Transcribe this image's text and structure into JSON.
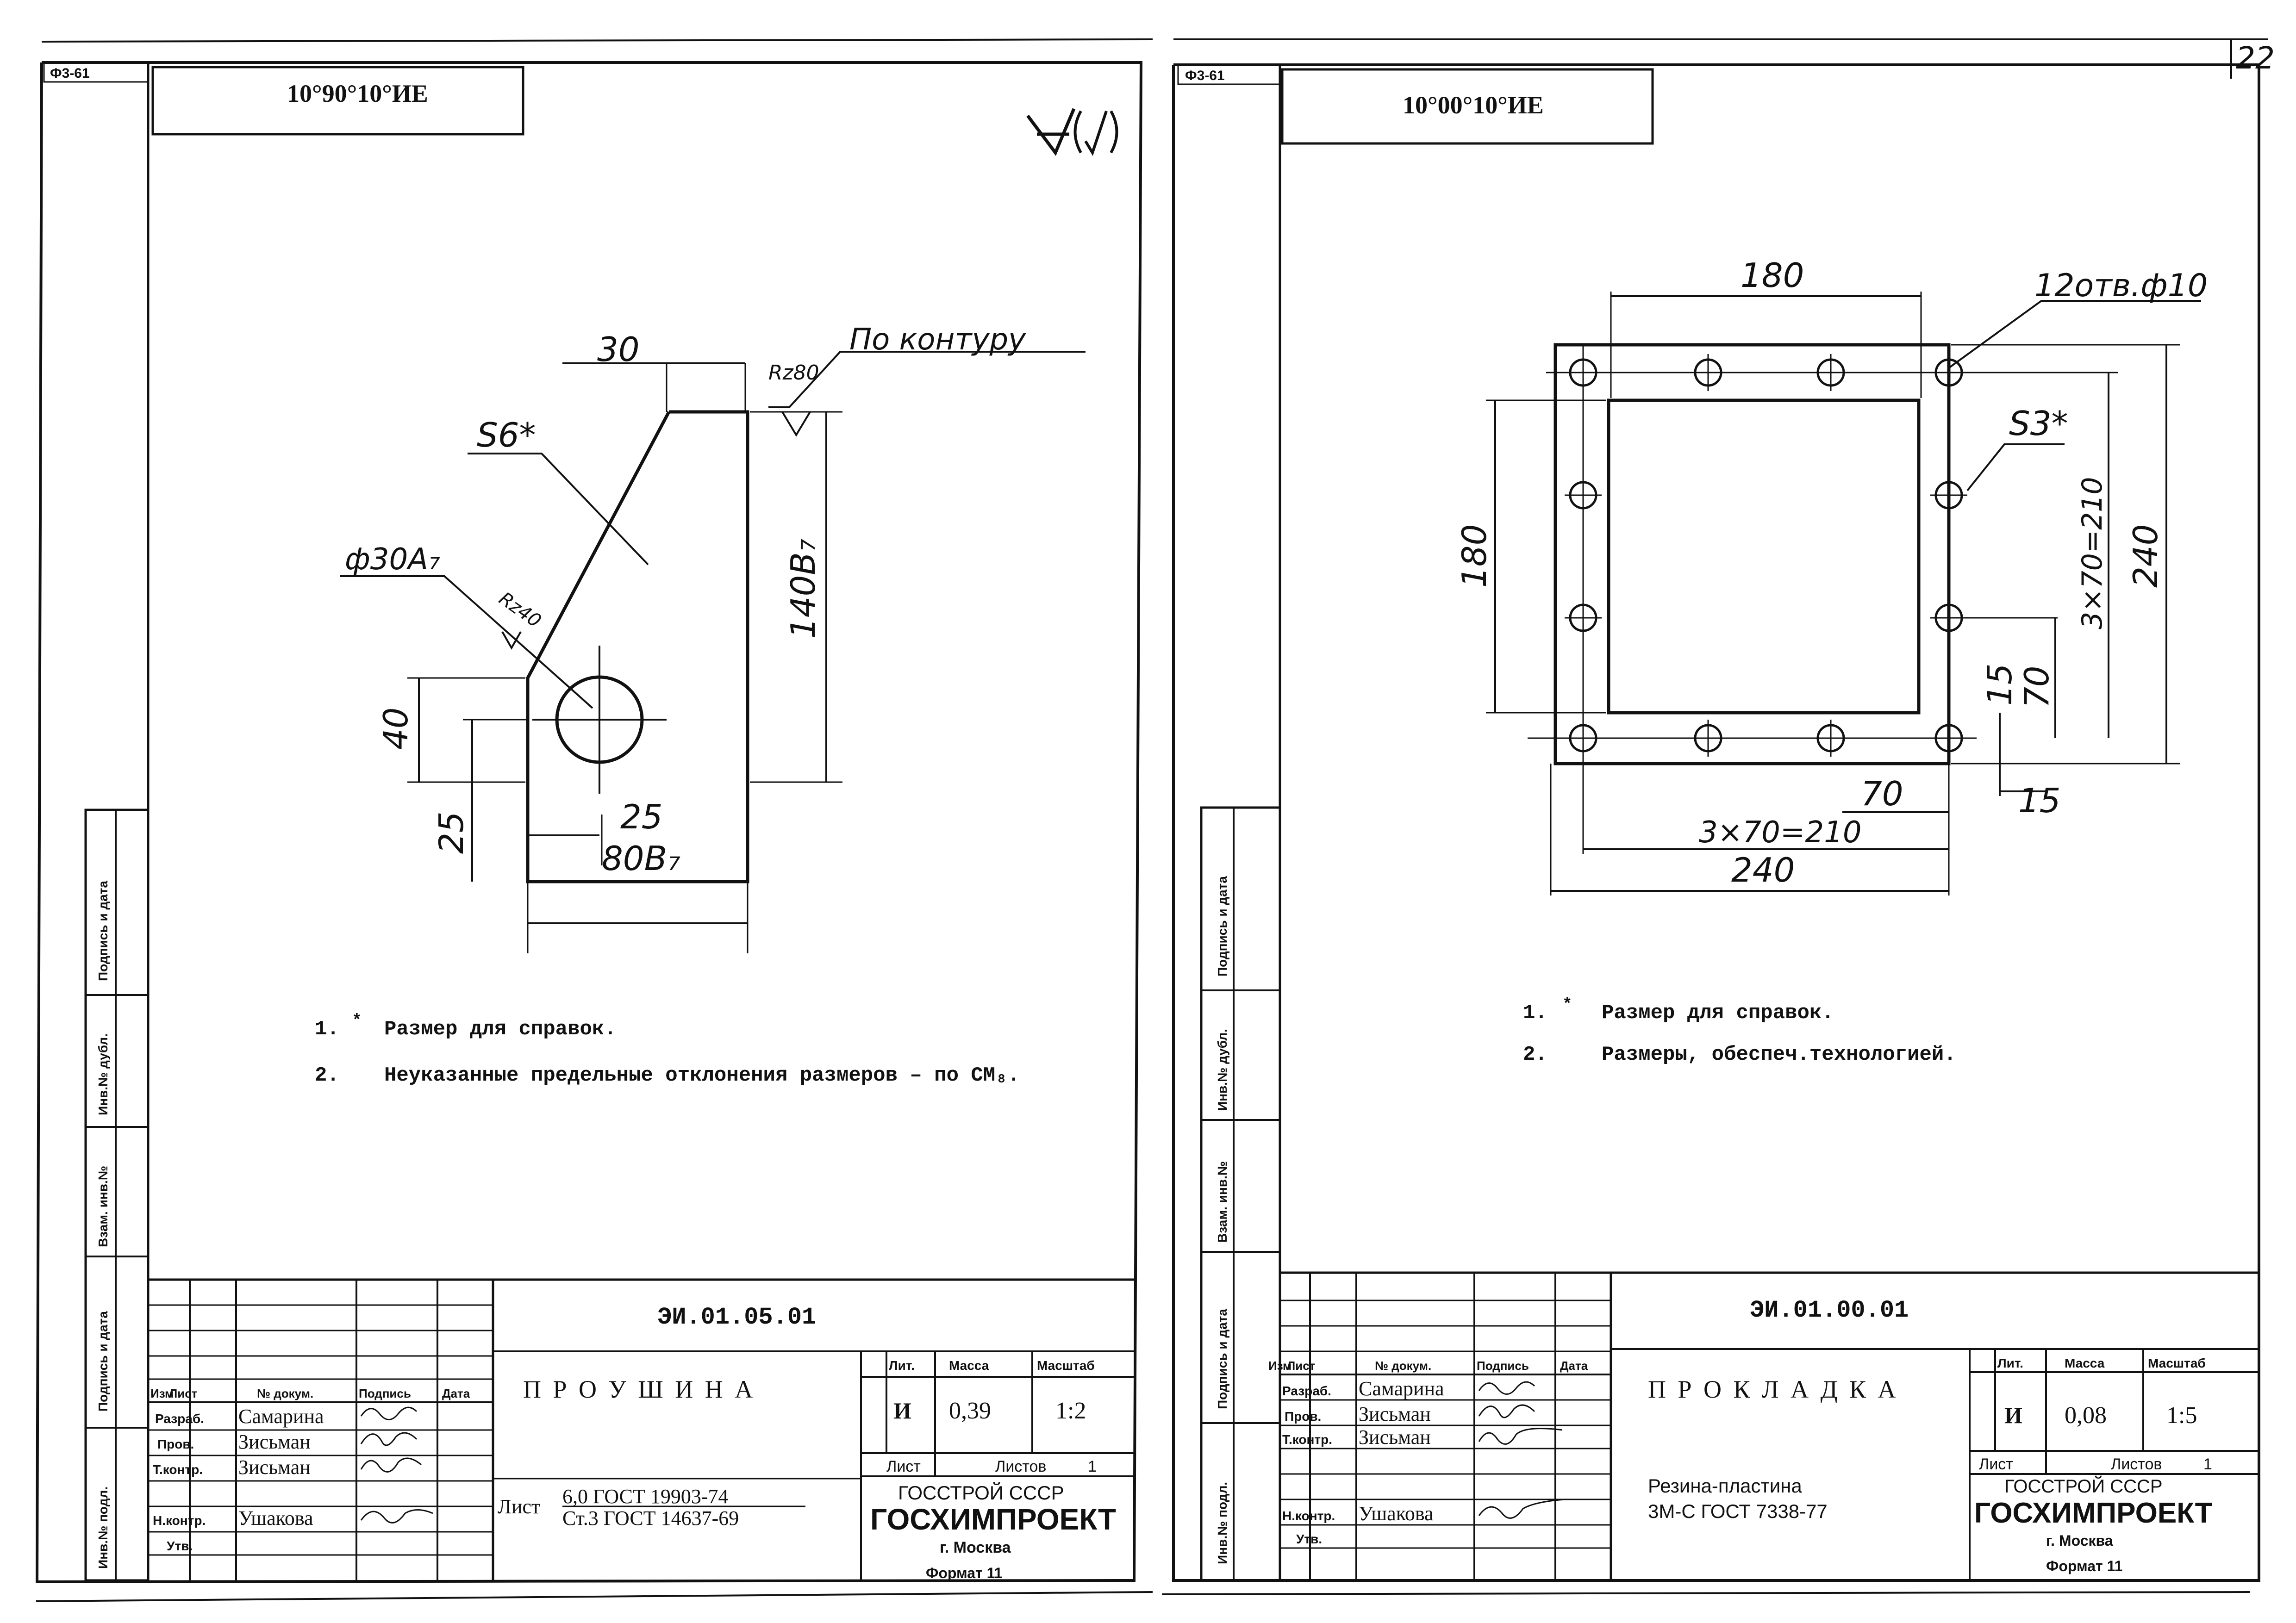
{
  "page_number": "22",
  "sheets": [
    {
      "format_code": "Ф3-61",
      "code_stamp": "10°90°10°ИЕ",
      "roughness_symbol": "∀(√)",
      "dims": {
        "d30": "30",
        "contour": "По контуру",
        "rz80": "Rz80",
        "s6": "S6*",
        "phi30": "ф30А₇",
        "rz40": "Rz40",
        "d140": "140В₇",
        "d40": "40",
        "d25v": "25",
        "d25h": "25",
        "d80": "80В₇"
      },
      "notes": [
        {
          "num": "1.",
          "mark": "*",
          "text": "Размер для справок."
        },
        {
          "num": "2.",
          "text": "Неуказанные предельные отклонения размеров – по СМ₈."
        }
      ],
      "doc_number": "ЭИ.01.05.01",
      "title": "П Р О У Ш И Н А",
      "material_label": "Лист",
      "material_line1": "6,0 ГОСТ 19903-74",
      "material_line2": "Ст.3 ГОСТ 14637-69",
      "lit": "И",
      "mass": "0,39",
      "scale": "1:2",
      "sheet_count_label": "Листов",
      "sheet_count": "1"
    },
    {
      "format_code": "Ф3-61",
      "code_stamp": "10°00°10°ИЕ",
      "dims": {
        "d180top": "180",
        "holes": "12отв.ф10",
        "d180left": "180",
        "s3": "S3*",
        "d3x70v": "3×70=210",
        "d240v": "240",
        "d15v": "15",
        "d70v": "70",
        "d70h": "70",
        "d15h": "15",
        "d3x70h": "3×70=210",
        "d240h": "240"
      },
      "notes": [
        {
          "num": "1.",
          "mark": "*",
          "text": "Размер для справок."
        },
        {
          "num": "2.",
          "text": "Размеры, обеспеч.технологией."
        }
      ],
      "doc_number": "ЭИ.01.00.01",
      "title": "П Р О К Л А Д К А",
      "material_line1": "Резина-пластина",
      "material_line2": "3М-С ГОСТ 7338-77",
      "lit": "И",
      "mass": "0,08",
      "scale": "1:5",
      "sheet_count_label": "Листов",
      "sheet_count": "1"
    }
  ],
  "title_block": {
    "izm": "Изм",
    "list": "Лист",
    "doc_num": "№ докум.",
    "sign": "Подпись",
    "date": "Дата",
    "lit_header": "Лит.",
    "mass_header": "Масса",
    "scale_header": "Масштаб",
    "sheet_label": "Лист",
    "org1": "ГОССТРОЙ СССР",
    "org2": "ГОСХИМПРОЕКТ",
    "city": "г. Москва",
    "format": "Формат 11",
    "roles": [
      {
        "role": "Разраб.",
        "name": "Самарина"
      },
      {
        "role": "Пров.",
        "name": "Зисьман"
      },
      {
        "role": "Т.контр.",
        "name": "Зисьман"
      },
      {
        "role": "",
        "name": ""
      },
      {
        "role": "Н.контр.",
        "name": "Ушакова"
      },
      {
        "role": "Утв.",
        "name": ""
      }
    ]
  },
  "side_stamp": {
    "podp_data": "Подпись и дата",
    "inv_dubl": "Инв.№ дубл.",
    "vzam_inv": "Взам. инв.№",
    "podp_data2": "Подпись и дата",
    "inv_podl": "Инв.№ подл."
  }
}
